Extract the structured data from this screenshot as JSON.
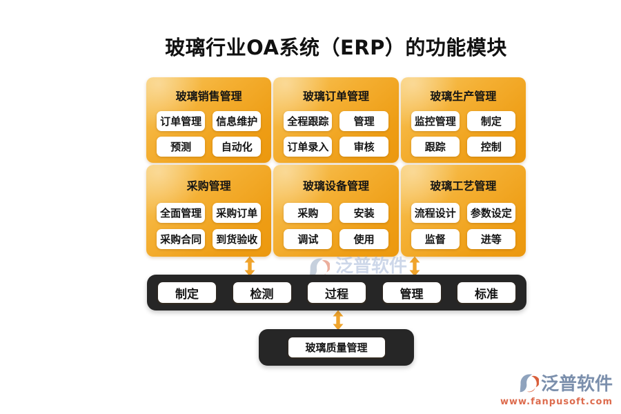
{
  "page": {
    "title": "玻璃行业OA系统（ERP）的功能模块"
  },
  "modules": [
    {
      "title": "玻璃销售管理",
      "items": [
        "订单管理",
        "信息维护",
        "预测",
        "自动化"
      ]
    },
    {
      "title": "玻璃订单管理",
      "items": [
        "全程跟踪",
        "管理",
        "订单录入",
        "审核"
      ]
    },
    {
      "title": "玻璃生产管理",
      "items": [
        "监控管理",
        "制定",
        "跟踪",
        "控制"
      ]
    },
    {
      "title": "采购管理",
      "items": [
        "全面管理",
        "采购订单",
        "采购合同",
        "到货验收"
      ]
    },
    {
      "title": "玻璃设备管理",
      "items": [
        "采购",
        "安装",
        "调试",
        "使用"
      ]
    },
    {
      "title": "玻璃工艺管理",
      "items": [
        "流程设计",
        "参数设定",
        "监督",
        "进等"
      ]
    }
  ],
  "quality_bar": {
    "items": [
      "制定",
      "检测",
      "过程",
      "管理",
      "标准"
    ]
  },
  "quality_box": {
    "label": "玻璃质量管理"
  },
  "watermark": {
    "text": "泛普软件"
  },
  "brand": {
    "name": "泛普软件",
    "url": "www.fanpusoft.com"
  },
  "colors": {
    "card_gradient_light": "#F8C75F",
    "card_gradient_dark": "#EC980E",
    "chip_bg": "#FFFFFF",
    "bar_bg": "#262626",
    "arrow": "#F0A42C",
    "title_text": "#111111",
    "brand_blue": "#7B8FAC",
    "brand_red": "#DD6B4D",
    "watermark_blue": "#9DB1D4"
  }
}
